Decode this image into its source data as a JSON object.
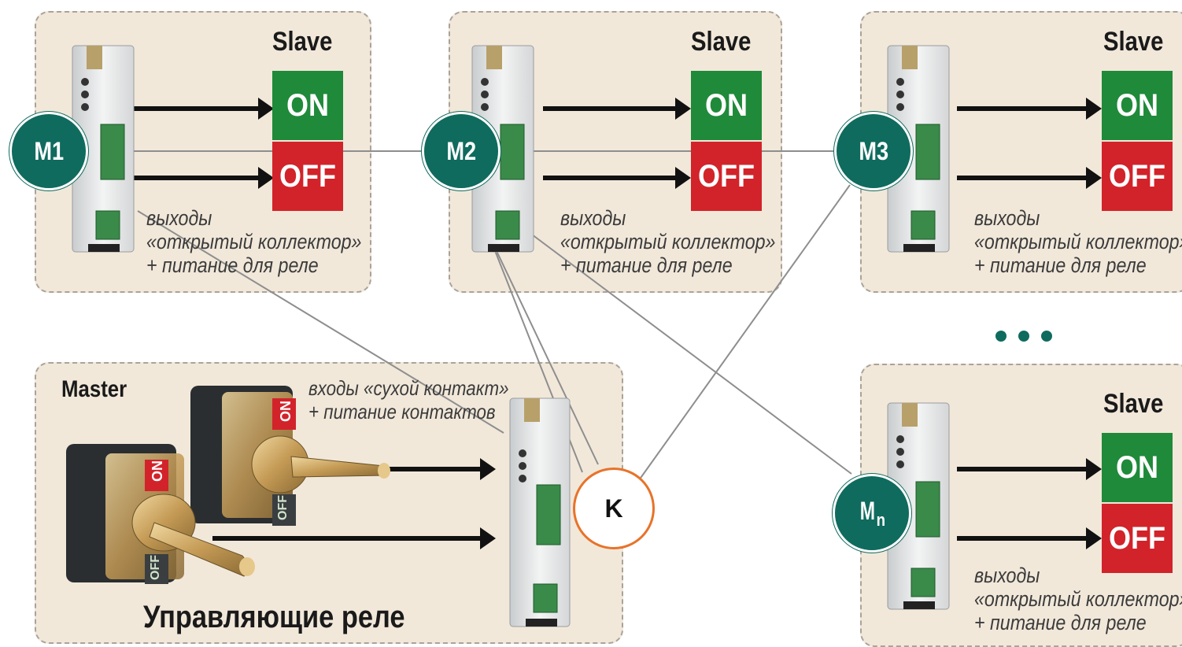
{
  "slave_panels": [
    {
      "role": "Slave",
      "on_label": "ON",
      "off_label": "OFF",
      "node_label": "M1",
      "note": [
        "выходы",
        "«открытый коллектор»",
        "+ питание для реле"
      ]
    },
    {
      "role": "Slave",
      "on_label": "ON",
      "off_label": "OFF",
      "node_label": "M2",
      "note": [
        "выходы",
        "«открытый коллектор»",
        "+ питание для реле"
      ]
    },
    {
      "role": "Slave",
      "on_label": "ON",
      "off_label": "OFF",
      "node_label": "M3",
      "note": [
        "выходы",
        "«открытый коллектор»",
        "+ питание для реле"
      ]
    },
    {
      "role": "Slave",
      "on_label": "ON",
      "off_label": "OFF",
      "node_label": "M",
      "node_sub": "n",
      "note": [
        "выходы",
        "«открытый коллектор»",
        "+ питание для реле"
      ]
    }
  ],
  "master_panel": {
    "role": "Master",
    "note": [
      "входы «сухой контакт»",
      "+ питание контактов"
    ],
    "title": "Управляющие реле",
    "switch_on": "ON",
    "switch_off": "OFF"
  },
  "hub_label": "K",
  "ellipsis_color": "#0f6b5e",
  "colors": {
    "on": "#1f8a3a",
    "off": "#d2232a",
    "node": "#0f6b5e",
    "hub_border": "#e8732a",
    "panel": "#f1e8da"
  }
}
